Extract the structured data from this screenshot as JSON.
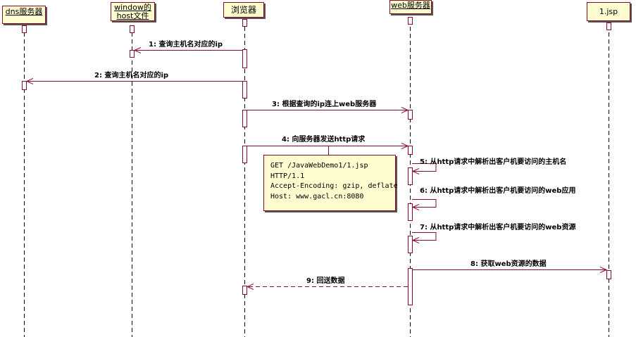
{
  "lifelines": {
    "dns": "dns服务器",
    "host_line1": "window的",
    "host_line2": "host文件",
    "browser": "浏览器",
    "web": "web服务器",
    "jsp": "1.jsp"
  },
  "messages": [
    "1: 查询主机名对应的ip",
    "2: 查询主机名对应的ip",
    "3: 根据查询的ip连上web服务器",
    "4: 向服务器发送http请求",
    "5: 从http请求中解析出客户机要访问的主机名",
    "6: 从http请求中解析出客户机要访问的web应用",
    "7: 从http请求中解析出客户机要访问的web资源",
    "8: 获取web资源的数据",
    "9: 回送数据"
  ],
  "note_lines": [
    "GET /JavaWebDemo1/1.jsp",
    "HTTP/1.1",
    "Accept-Encoding: gzip, deflate",
    "Host: www.gacl.cn:8080"
  ],
  "colors": {
    "line": "#8a0a2a",
    "box_fill": "#fffcd0",
    "shadow": "#555555"
  }
}
